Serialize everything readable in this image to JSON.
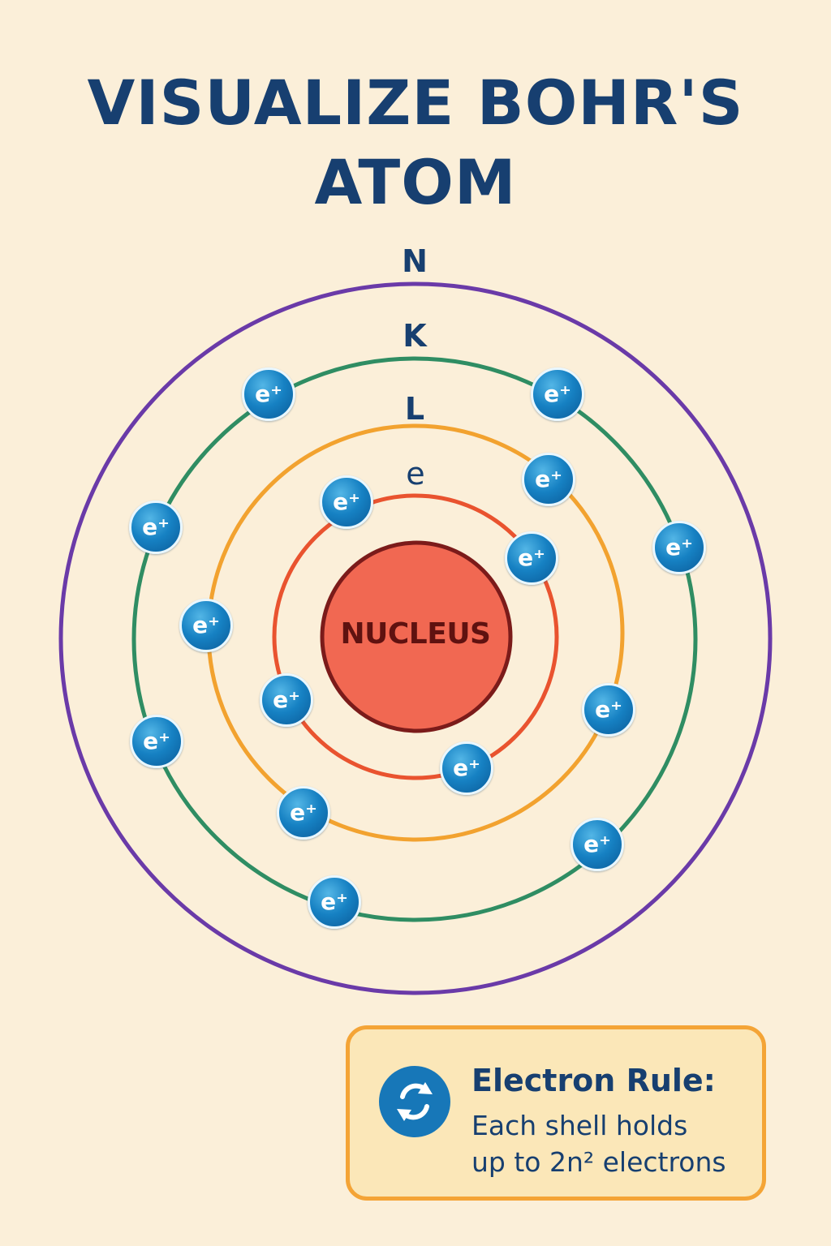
{
  "title": {
    "line1": "VISUALIZE BOHR'S",
    "line2": "ATOM"
  },
  "shell_labels": {
    "n": "N",
    "k": "K",
    "l": "L",
    "e": "e"
  },
  "nucleus": {
    "label": "NUCLEUS"
  },
  "electron_label": "e⁺",
  "electron_rule": {
    "icon": "refresh-icon",
    "title": "Electron Rule:",
    "line1": "Each shell holds",
    "line2": "up to 2n² electrons"
  },
  "colors": {
    "background": "#fbefd9",
    "title": "#173f70",
    "orbit_n": "#6a3aa8",
    "orbit_k": "#2f8d63",
    "orbit_l": "#f2a22f",
    "orbit_e": "#e9532f",
    "nucleus": "#f16852",
    "electron": "#1681c3",
    "rule_box_border": "#f4a436"
  }
}
